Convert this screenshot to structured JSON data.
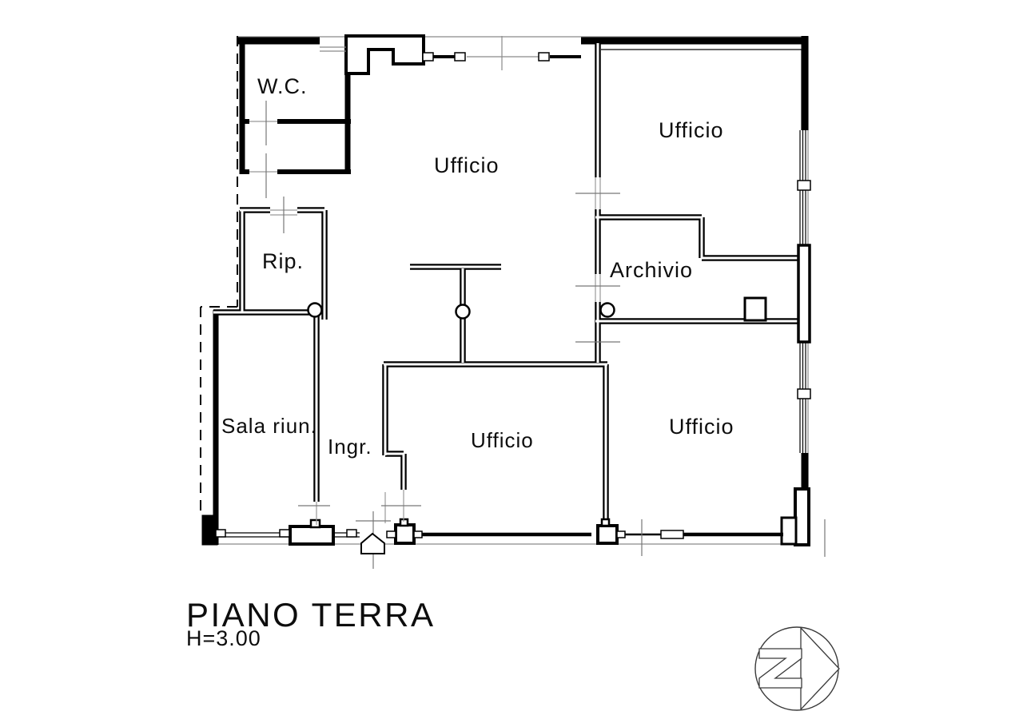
{
  "title_block": {
    "floor_name": "PIANO TERRA",
    "floor_height": "H=3.00"
  },
  "rooms": {
    "wc": "W.C.",
    "ufficio_top_center": "Ufficio",
    "ufficio_top_right": "Ufficio",
    "rip": "Rip.",
    "archivio": "Archivio",
    "sala_riunioni": "Sala riun.",
    "ingresso": "Ingr.",
    "ufficio_bottom_center": "Ufficio",
    "ufficio_bottom_right": "Ufficio"
  },
  "icons": {
    "north_arrow": "north-arrow"
  },
  "colors": {
    "wall": "#000000",
    "thin_line": "#8a8a8a",
    "tick": "#777777",
    "background": "#ffffff"
  }
}
